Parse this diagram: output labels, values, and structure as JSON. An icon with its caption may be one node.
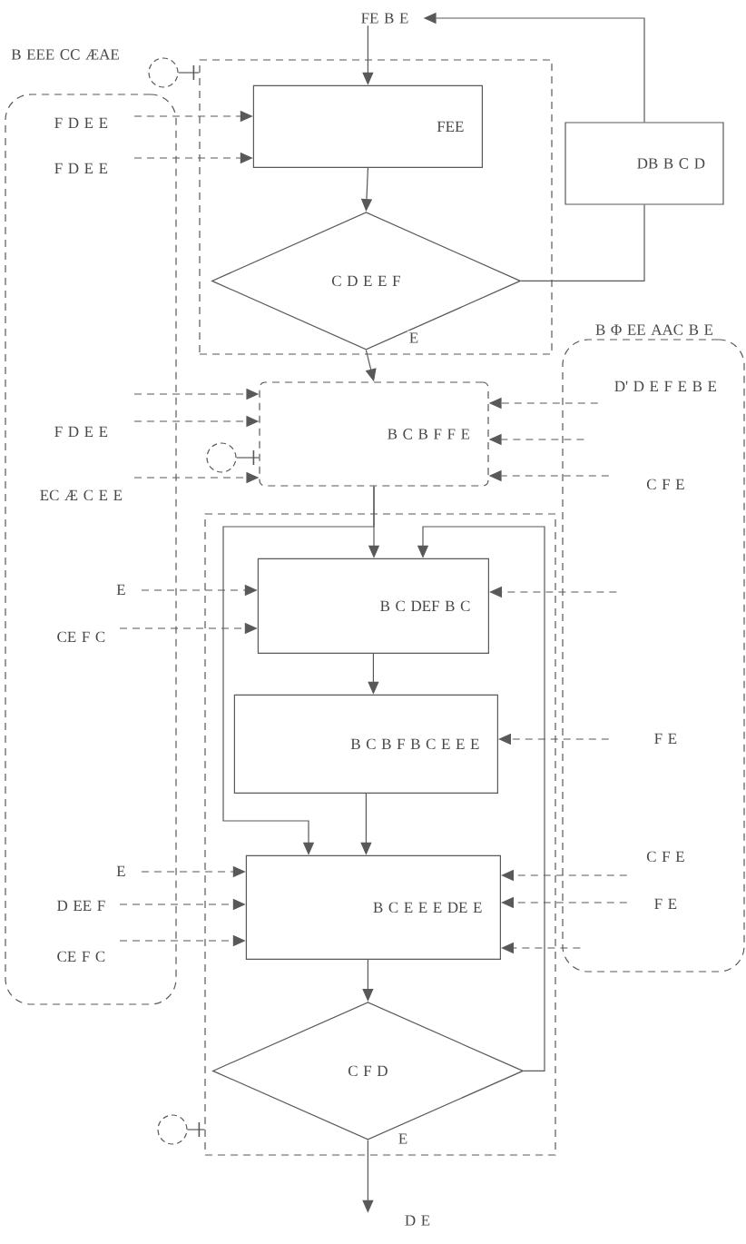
{
  "diagram": {
    "nodes": [
      {
        "text": [
          "FE B E"
        ]
      },
      {
        "text": [],
        "shape": "box"
      },
      {
        "text": [
          "FEE"
        ],
        "in": 1
      },
      {
        "text": [
          "C D E E F"
        ],
        "in": 1
      },
      {
        "text": [
          "DB B C D"
        ]
      },
      {
        "text": [],
        "shape": "circle",
        "beside": [
          "B EEE CC ÆAE"
        ]
      },
      {
        "text": [],
        "shape": "box"
      },
      {
        "text": [
          "F D E E"
        ],
        "in": 6
      },
      {
        "text": [
          "F D E E"
        ],
        "in": 6
      },
      {
        "text": [
          "B C B F F E"
        ]
      },
      {
        "text": [],
        "shape": "circle"
      },
      {
        "text": [
          "F D E E"
        ],
        "in": 6
      },
      {
        "text": [
          "EC Æ C E E"
        ],
        "in": 6
      },
      {
        "text": [
          "E"
        ],
        "in": 6
      },
      {
        "text": [
          "CE F C"
        ],
        "in": 6
      },
      {
        "text": [
          "E"
        ],
        "in": 6
      },
      {
        "text": [
          "D EE F"
        ],
        "in": 6
      },
      {
        "text": [
          "CE F C"
        ],
        "in": 6
      },
      {
        "text": [
          "B Φ EE AAC B E"
        ]
      },
      {
        "text": [
          "D' D E F E B E"
        ],
        "in": 18
      },
      {
        "text": [
          "C F E"
        ],
        "in": 18
      },
      {
        "text": [
          "F E"
        ],
        "in": 18
      },
      {
        "text": [
          "C F E"
        ],
        "in": 18
      },
      {
        "text": [
          "F E"
        ],
        "in": 18
      },
      {
        "text": [],
        "shape": "box"
      },
      {
        "text": [
          "B C DEF B C"
        ],
        "in": 24
      },
      {
        "text": [
          "B C B F B C E E E"
        ],
        "in": 24
      },
      {
        "text": [
          "B C E E E DE E"
        ],
        "in": 24
      },
      {
        "text": [
          "C F D"
        ],
        "in": 24
      },
      {
        "text": [],
        "shape": "circle"
      },
      {
        "text": [
          "D E"
        ]
      }
    ],
    "edges": [
      {
        "from": 0,
        "to": 2,
        "arrow": "to"
      },
      {
        "from": 2,
        "to": 3,
        "arrow": "to"
      },
      {
        "from": 3,
        "to": 9,
        "arrow": "to",
        "label": "E"
      },
      {
        "from": 3,
        "to": 4,
        "arrow": "none"
      },
      {
        "from": 4,
        "to": 0,
        "arrow": "to"
      },
      {
        "from": 5,
        "to": 1,
        "arrow": "none"
      },
      {
        "from": 7,
        "to": 2,
        "arrow": "to",
        "style": "dashed"
      },
      {
        "from": 8,
        "to": 2,
        "arrow": "to",
        "style": "dashed"
      },
      {
        "from": 11,
        "to": 9,
        "arrow": "to",
        "style": "dashed"
      },
      {
        "from": 11,
        "to": 9,
        "arrow": "to",
        "style": "dashed"
      },
      {
        "from": 12,
        "to": 9,
        "arrow": "to",
        "style": "dashed"
      },
      {
        "from": 10,
        "to": 9,
        "arrow": "none"
      },
      {
        "from": 19,
        "to": 9,
        "arrow": "to",
        "style": "dashed"
      },
      {
        "from": 18,
        "to": 9,
        "arrow": "to",
        "style": "dashed"
      },
      {
        "from": 20,
        "to": 9,
        "arrow": "to",
        "style": "dashed"
      },
      {
        "from": 9,
        "to": 25,
        "arrow": "to"
      },
      {
        "from": 9,
        "to": 27,
        "arrow": "to"
      },
      {
        "from": 28,
        "to": 25,
        "arrow": "to"
      },
      {
        "from": 13,
        "to": 25,
        "arrow": "to",
        "style": "dashed"
      },
      {
        "from": 14,
        "to": 25,
        "arrow": "to",
        "style": "dashed"
      },
      {
        "from": 18,
        "to": 25,
        "arrow": "to",
        "style": "dashed"
      },
      {
        "from": 25,
        "to": 26,
        "arrow": "to"
      },
      {
        "from": 21,
        "to": 26,
        "arrow": "to",
        "style": "dashed"
      },
      {
        "from": 26,
        "to": 27,
        "arrow": "to"
      },
      {
        "from": 15,
        "to": 27,
        "arrow": "to",
        "style": "dashed"
      },
      {
        "from": 16,
        "to": 27,
        "arrow": "to",
        "style": "dashed"
      },
      {
        "from": 17,
        "to": 27,
        "arrow": "to",
        "style": "dashed"
      },
      {
        "from": 22,
        "to": 27,
        "arrow": "to",
        "style": "dashed"
      },
      {
        "from": 23,
        "to": 27,
        "arrow": "to",
        "style": "dashed"
      },
      {
        "from": 18,
        "to": 27,
        "arrow": "to",
        "style": "dashed"
      },
      {
        "from": 27,
        "to": 28,
        "arrow": "to"
      },
      {
        "from": 28,
        "to": 30,
        "arrow": "to",
        "label": "E"
      },
      {
        "from": 29,
        "to": 24,
        "arrow": "none"
      }
    ]
  }
}
